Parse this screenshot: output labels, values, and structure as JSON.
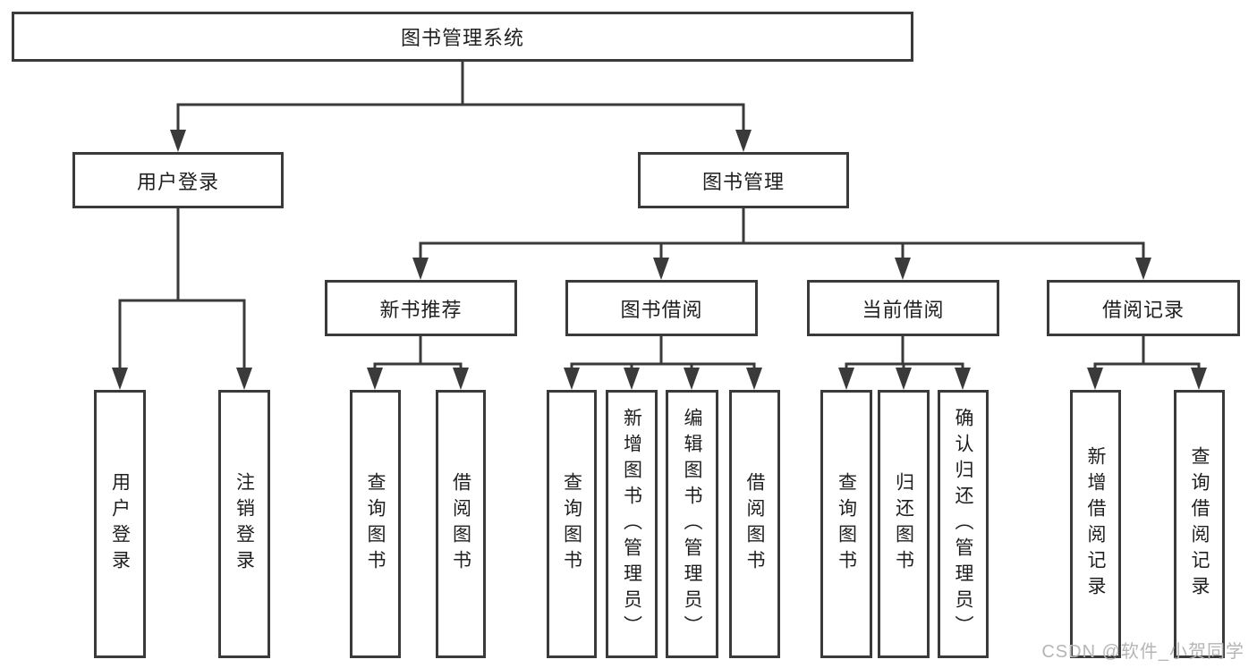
{
  "diagram": {
    "type": "hierarchy-diagram",
    "tree": {
      "root": {
        "label": "图书管理系统",
        "children": [
          {
            "label": "用户登录",
            "children": [
              {
                "label": "用户登录"
              },
              {
                "label": "注销登录"
              }
            ]
          },
          {
            "label": "图书管理",
            "children": [
              {
                "label": "新书推荐",
                "children": [
                  {
                    "label": "查询图书"
                  },
                  {
                    "label": "借阅图书"
                  }
                ]
              },
              {
                "label": "图书借阅",
                "children": [
                  {
                    "label": "查询图书"
                  },
                  {
                    "label": "新增图书（管理员）"
                  },
                  {
                    "label": "编辑图书（管理员）"
                  },
                  {
                    "label": "借阅图书"
                  }
                ]
              },
              {
                "label": "当前借阅",
                "children": [
                  {
                    "label": "查询图书"
                  },
                  {
                    "label": "归还图书"
                  },
                  {
                    "label": "确认归还（管理员）"
                  }
                ]
              },
              {
                "label": "借阅记录",
                "children": [
                  {
                    "label": "新增借阅记录"
                  },
                  {
                    "label": "查询借阅记录"
                  }
                ]
              }
            ]
          }
        ]
      }
    },
    "colors": {
      "line": "#3a3a3a",
      "text": "#1f1f1f",
      "box_fill": "#ffffff",
      "watermark": "#b5b5b5",
      "background": "#ffffff"
    },
    "watermark": {
      "text": "CSDN @软件_小贺同学"
    }
  }
}
